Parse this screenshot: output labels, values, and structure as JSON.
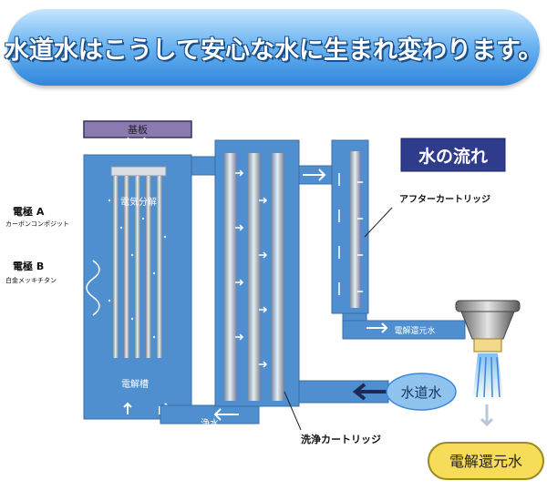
{
  "banner": {
    "title": "水道水はこうして安心な水に生まれ変わります。"
  },
  "diagram": {
    "substrate": "基板",
    "electrolysis": "電気分解",
    "electrode_a": "電極 A",
    "electrode_a_material": "カーボンコンポジット",
    "electrode_b": "電極 B",
    "electrode_b_material": "白金メッキチタン",
    "tank": "電解槽",
    "clean_water": "浄水",
    "wash_cartridge": "洗浄カートリッジ",
    "after_cartridge": "アフターカートリッジ",
    "reduced_water_pipe": "電解還元水",
    "tap_water": "水道水",
    "reduced_water_output": "電解還元水",
    "water_flow_title": "水の流れ"
  },
  "colors": {
    "tank_blue": "#4f8fcf",
    "banner_blue": "#3a8ee0",
    "title_box": "#2f3c8c",
    "substrate": "#8a7ab0",
    "output_fill": "#f7dc5a"
  }
}
